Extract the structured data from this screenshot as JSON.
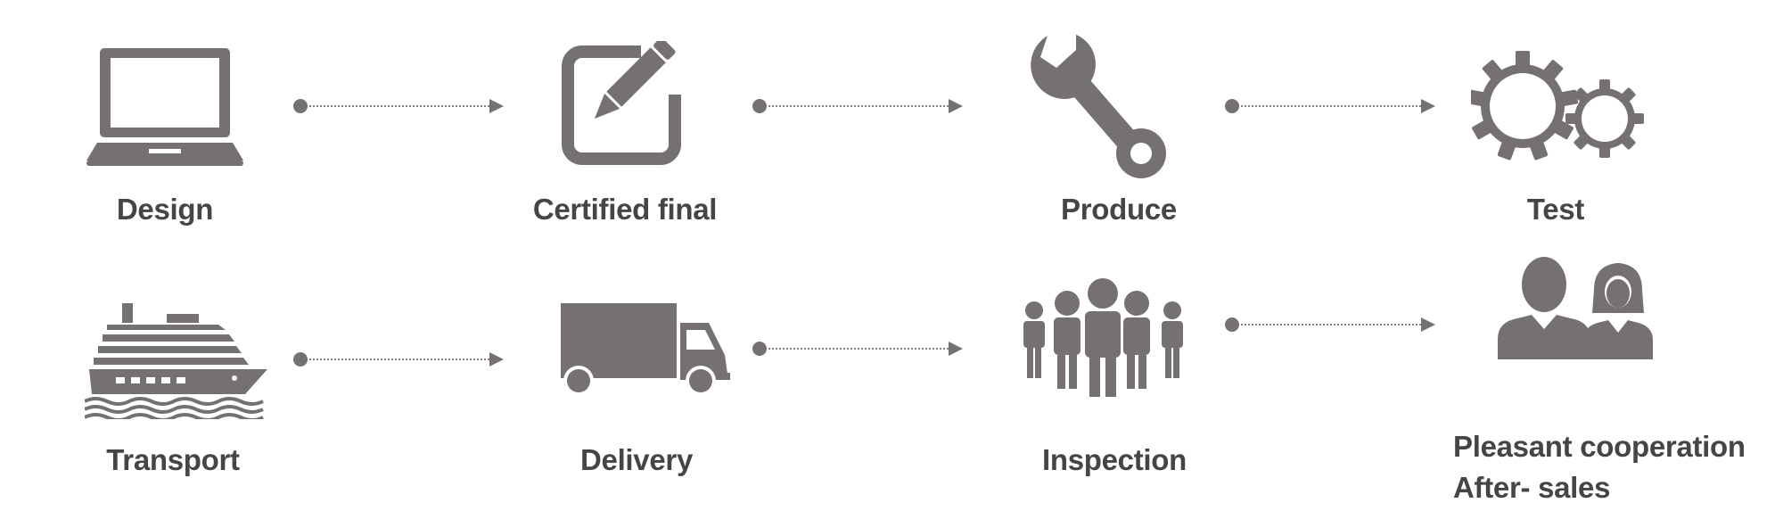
{
  "colors": {
    "icon": "#767171",
    "label": "#454545",
    "connector": "#7f7f7f"
  },
  "steps": [
    {
      "id": "design",
      "label": "Design",
      "icon": "laptop-icon"
    },
    {
      "id": "certified-final",
      "label": "Certified final",
      "icon": "edit-pencil-icon"
    },
    {
      "id": "produce",
      "label": "Produce",
      "icon": "wrench-icon"
    },
    {
      "id": "test",
      "label": "Test",
      "icon": "gears-icon"
    },
    {
      "id": "transport",
      "label": "Transport",
      "icon": "cruise-ship-icon"
    },
    {
      "id": "delivery",
      "label": "Delivery",
      "icon": "truck-icon"
    },
    {
      "id": "inspection",
      "label": "Inspection",
      "icon": "crowd-icon"
    },
    {
      "id": "after-sales",
      "label_line1": "Pleasant cooperation",
      "label_line2": "After- sales",
      "icon": "people-icon"
    }
  ]
}
